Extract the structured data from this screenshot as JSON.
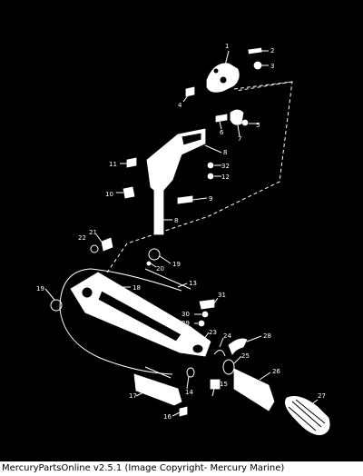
{
  "callouts": [
    {
      "id": "c1",
      "label": "1"
    },
    {
      "id": "c2",
      "label": "2"
    },
    {
      "id": "c3",
      "label": "3"
    },
    {
      "id": "c4",
      "label": "4"
    },
    {
      "id": "c5",
      "label": "5"
    },
    {
      "id": "c6",
      "label": "6"
    },
    {
      "id": "c7",
      "label": "7"
    },
    {
      "id": "c8a",
      "label": "8"
    },
    {
      "id": "c32",
      "label": "32"
    },
    {
      "id": "c12",
      "label": "12"
    },
    {
      "id": "c11",
      "label": "11"
    },
    {
      "id": "c10",
      "label": "10"
    },
    {
      "id": "c9",
      "label": "9"
    },
    {
      "id": "c8b",
      "label": "8"
    },
    {
      "id": "c21",
      "label": "21"
    },
    {
      "id": "c22",
      "label": "22"
    },
    {
      "id": "c20",
      "label": "20"
    },
    {
      "id": "c19a",
      "label": "19"
    },
    {
      "id": "c19b",
      "label": "19"
    },
    {
      "id": "c18",
      "label": "18"
    },
    {
      "id": "c13",
      "label": "13"
    },
    {
      "id": "c31",
      "label": "31"
    },
    {
      "id": "c30",
      "label": "30"
    },
    {
      "id": "c29",
      "label": "29"
    },
    {
      "id": "c23",
      "label": "23"
    },
    {
      "id": "c24",
      "label": "24"
    },
    {
      "id": "c28",
      "label": "28"
    },
    {
      "id": "c25",
      "label": "25"
    },
    {
      "id": "c26",
      "label": "26"
    },
    {
      "id": "c14",
      "label": "14"
    },
    {
      "id": "c15",
      "label": "15"
    },
    {
      "id": "c17",
      "label": "17"
    },
    {
      "id": "c16",
      "label": "16"
    },
    {
      "id": "c27",
      "label": "27"
    }
  ],
  "caption": "MercuryPartsOnline v2.5.1 (Image Copyright- Mercury Marine)"
}
